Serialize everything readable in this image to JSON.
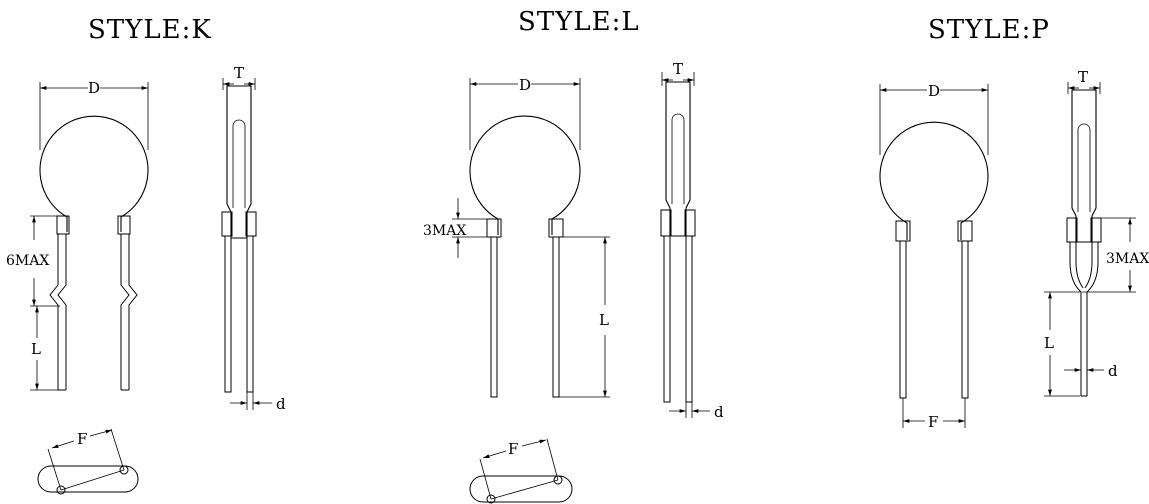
{
  "styles": [
    {
      "title": "STYLE:K",
      "labels": {
        "D": "D",
        "T": "T",
        "max": "6MAX",
        "L": "L",
        "d": "d",
        "F": "F"
      }
    },
    {
      "title": "STYLE:L",
      "labels": {
        "D": "D",
        "T": "T",
        "max": "3MAX",
        "L": "L",
        "d": "d",
        "F": "F"
      }
    },
    {
      "title": "STYLE:P",
      "labels": {
        "D": "D",
        "T": "T",
        "max": "3MAX",
        "L": "L",
        "d": "d",
        "F": "F"
      }
    }
  ]
}
